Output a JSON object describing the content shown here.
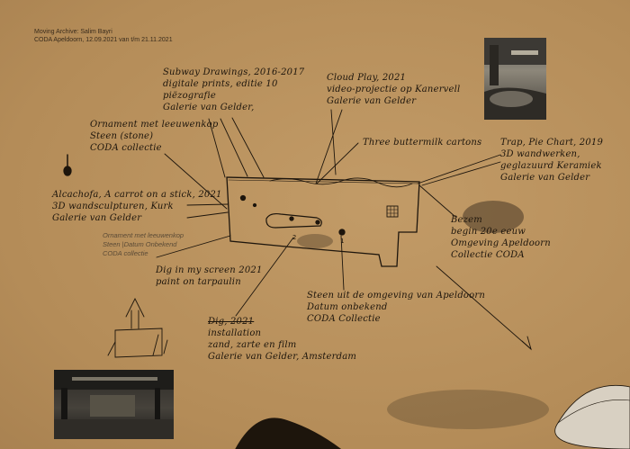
{
  "header": {
    "line1": "Moving Archive: Salim Bayri",
    "line2": "CODA Apeldoorn, 12.09.2021 van t/m 21.11.2021"
  },
  "annotations": {
    "subway": [
      "Subway Drawings, 2016-2017",
      "digitale prints, editie 10",
      "piëzografie",
      "Galerie van Gelder,"
    ],
    "cloud": [
      "Cloud Play, 2021",
      "video-projectie op Kanervell",
      "Galerie van Gelder"
    ],
    "ornament": [
      "Ornament met leeuwenkop",
      "Steen (stone)",
      "CODA collectie"
    ],
    "cartons": [
      "Three buttermilk cartons"
    ],
    "trap": [
      "Trap, Pie Chart, 2019",
      "3D wandwerken,",
      "geglazuurd Keramiek",
      "Galerie van Gelder"
    ],
    "alcachofa": [
      "Alcachofa, A carrot on a stick, 2021",
      "3D wandsculpturen, Kurk",
      "Galerie van Gelder"
    ],
    "ornament_print": [
      "Ornament met leeuwenkop",
      "Steen |Datum Onbekend",
      "CODA collectie"
    ],
    "bezem": [
      "Bezem",
      "begin 20e eeuw",
      "Omgeving Apeldoorn",
      "Collectie CODA"
    ],
    "dig_screen": [
      "Dig in my screen 2021",
      "paint on tarpaulin"
    ],
    "steen": [
      "Steen uit de omgeving van Apeldoorn",
      "Datum onbekend",
      "CODA Collectie"
    ],
    "dig": [
      "Dig, 2021",
      "installation",
      "zand, zarte en film",
      "Galerie van Gelder, Amsterdam"
    ],
    "floor_numbers": [
      "2",
      "1"
    ]
  },
  "colors": {
    "paper": "#b9925f",
    "ink": "#231a10",
    "grey_print": "#5a4a36"
  }
}
